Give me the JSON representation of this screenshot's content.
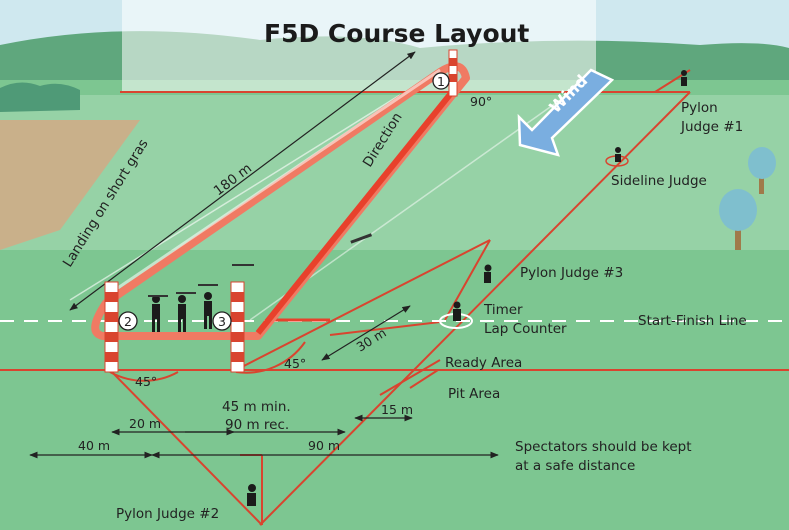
{
  "title": "F5D Course Layout",
  "wind_label": "Wind",
  "direction_label": "Direction",
  "landing_label": "Landing on short gras",
  "pylons": [
    {
      "number": "1"
    },
    {
      "number": "2"
    },
    {
      "number": "3"
    }
  ],
  "judges": {
    "pylon_judge_1": [
      "Pylon",
      "Judge #1"
    ],
    "sideline_judge": "Sideline Judge",
    "pylon_judge_3": "Pylon Judge #3",
    "pylon_judge_2": "Pylon Judge #2",
    "timer": [
      "Timer",
      "Lap Counter"
    ]
  },
  "areas": {
    "start_finish_line": "Start-Finish Line",
    "ready_area": "Ready Area",
    "pit_area": "Pit Area",
    "spectators": [
      "Spectators should be kept",
      "at a safe distance"
    ]
  },
  "dimensions": {
    "course_length": "180 m",
    "pylon_spacing": [
      "45 m min.",
      "90 m rec."
    ],
    "d20": "20 m",
    "d40": "40 m",
    "d90": "90 m",
    "d15": "15 m",
    "d30": "30 m"
  },
  "angles": {
    "a90": "90°",
    "a45_left": "45°",
    "a45_right": "45°"
  },
  "colors": {
    "field": "#7dc691",
    "field_light": "#a9dcb5",
    "sky": "#bfe3ee",
    "course": "#e8412c",
    "course_light": "#f07a63",
    "line": "#d9442f",
    "wind": "#7aaee0"
  }
}
